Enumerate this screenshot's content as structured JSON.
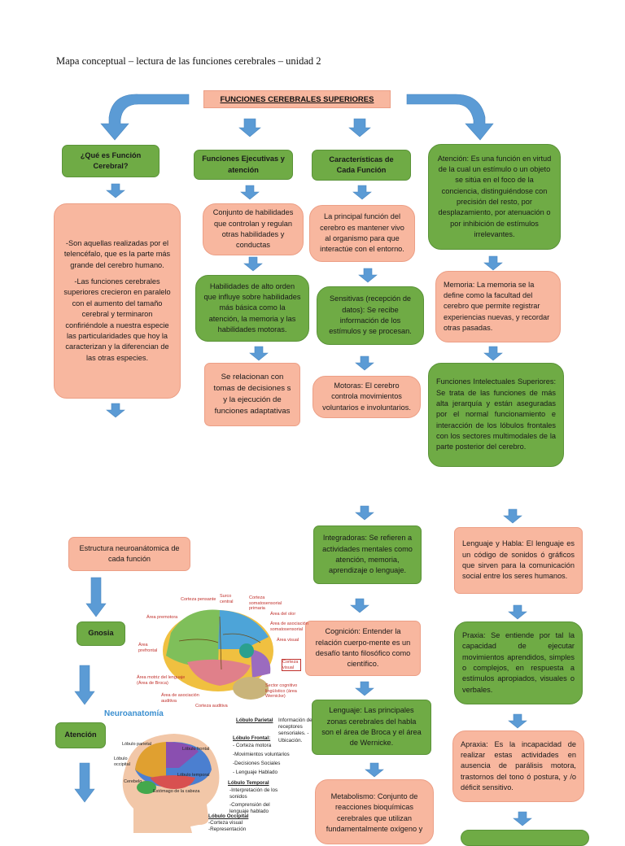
{
  "doc_title": "Mapa conceptual – lectura de las funciones cerebrales – unidad 2",
  "header": "FUNCIONES CEREBRALES SUPERIORES",
  "col1": {
    "q": "¿Qué es Función Cerebral?",
    "p1": "-Son aquellas realizadas por el telencéfalo, que es la parte más grande del cerebro humano.",
    "p2": "-Las funciones cerebrales superiores crecieron en paralelo con el aumento del tamaño cerebral y terminaron confiriéndole a nuestra especie las particularidades que hoy la caracterizan y la diferencian de las otras especies."
  },
  "col2": {
    "title": "Funciones Ejecutivas y atención",
    "b1": "Conjunto de habilidades que controlan y regulan otras habilidades y conductas",
    "b2": "Habilidades de alto orden que influye sobre habilidades más básica como la atención, la memoria y las habilidades motoras.",
    "b3": "Se relacionan con tomas de decisiones s y la ejecución de funciones adaptativas"
  },
  "col3": {
    "title": "Características de Cada Función",
    "b1": "La principal función del cerebro es mantener vivo al organismo para que interactúe con el entorno.",
    "b2": "Sensitivas (recepción de datos): Se recibe información de los estímulos y se procesan.",
    "b3": "Motoras: El cerebro controla movimientos voluntarios e involuntarios.",
    "b4": "Integradoras: Se refieren a actividades mentales como atención, memoria, aprendizaje o lenguaje.",
    "b5": "Cognición: Entender la relación cuerpo-mente es un desafío tanto filosófico como científico.",
    "b6": "Lenguaje: Las principales zonas cerebrales del habla son el área de Broca y el área de Wernicke.",
    "b7": "Metabolismo: Conjunto de reacciones bioquímicas cerebrales que utilizan fundamentalmente oxígeno y"
  },
  "col4": {
    "b1": "Atención: Es una función en virtud de la cual un estímulo o un objeto se sitúa en el foco de la conciencia, distinguiéndose con precisión del resto, por desplazamiento, por atenuación o por inhibición de estímulos irrelevantes.",
    "b2": "Memoria: La memoria se la define como la facultad del cerebro que permite registrar experiencias nuevas, y recordar otras pasadas.",
    "b3": "Funciones Intelectuales Superiores: Se trata de las funciones de más alta jerarquía y están aseguradas por el normal funcionamiento e interacción de los lóbulos frontales con los sectores multimodales de la parte posterior del cerebro.",
    "b4": "Lenguaje y Habla: El lenguaje es un código de sonidos ó gráficos que sirven para la comunicación social entre los seres humanos.",
    "b5": "Praxia: Se entiende por tal la capacidad de ejecutar movimientos aprendidos, simples o complejos, en respuesta a estímulos apropiados, visuales o verbales.",
    "b6": "Apraxia: Es la incapacidad de realizar estas actividades en ausencia de parálisis motora, trastornos del tono ó postura, y /o déficit sensitivo."
  },
  "bottom_left": {
    "estructura": "Estructura neuroanátomica de cada función",
    "gnosia": "Gnosia",
    "atencion": "Atención"
  },
  "brain_labels": {
    "corteza_pensante": "Corteza pensante",
    "surco_central": "Surco central",
    "corteza_somatosensorial": "Corteza somatosensorial primaria",
    "area_del_olor": "Área del olor",
    "area_premotora": "Área premotora",
    "area_asociacion_somato": "Área de asociación somatosensorial",
    "area_visual": "Área visual",
    "area_prefrontal": "Área prefrontal",
    "corteza_visual": "Corteza visual",
    "area_broca": "Área motriz del lenguaje (Área de Broca)",
    "area_asociacion_auditiva": "Área de asociación auditiva",
    "corteza_auditiva": "Corteza auditiva",
    "sector_cognitivo": "Sector cognitivo lingüístico (área Wernicke)"
  },
  "neuro": {
    "title": "Neuroanatomía",
    "lobulo_parietal": "Lóbulo Parietal",
    "parietal_info": "Información de receptores sensoriales. -Ubicación.",
    "lobulo_frontal": "Lóbulo Frontal:",
    "frontal_items": [
      "- Corteza motora",
      "-Movimientos voluntarios",
      "-Decisiones Sociales",
      "- Lenguaje Hablado"
    ],
    "lobulo_temporal": "Lóbulo Temporal",
    "temporal_items": [
      "-Interpretación de los sonidos",
      "-Comprensión del lenguaje hablado"
    ],
    "lobulo_occipital": "Lóbulo Occipital",
    "occipital_items": [
      "-Corteza visual",
      "-Representación"
    ],
    "head_labels": [
      "Lóbulo parietal",
      "Lóbulo frontal",
      "Lóbulo occipital",
      "Cerebelo",
      "Lóbulo temporal",
      "Estómago de la cabeza"
    ]
  },
  "colors": {
    "green": "#6fab45",
    "salmon": "#f8b79f",
    "arrow_blue": "#5b9bd5"
  }
}
